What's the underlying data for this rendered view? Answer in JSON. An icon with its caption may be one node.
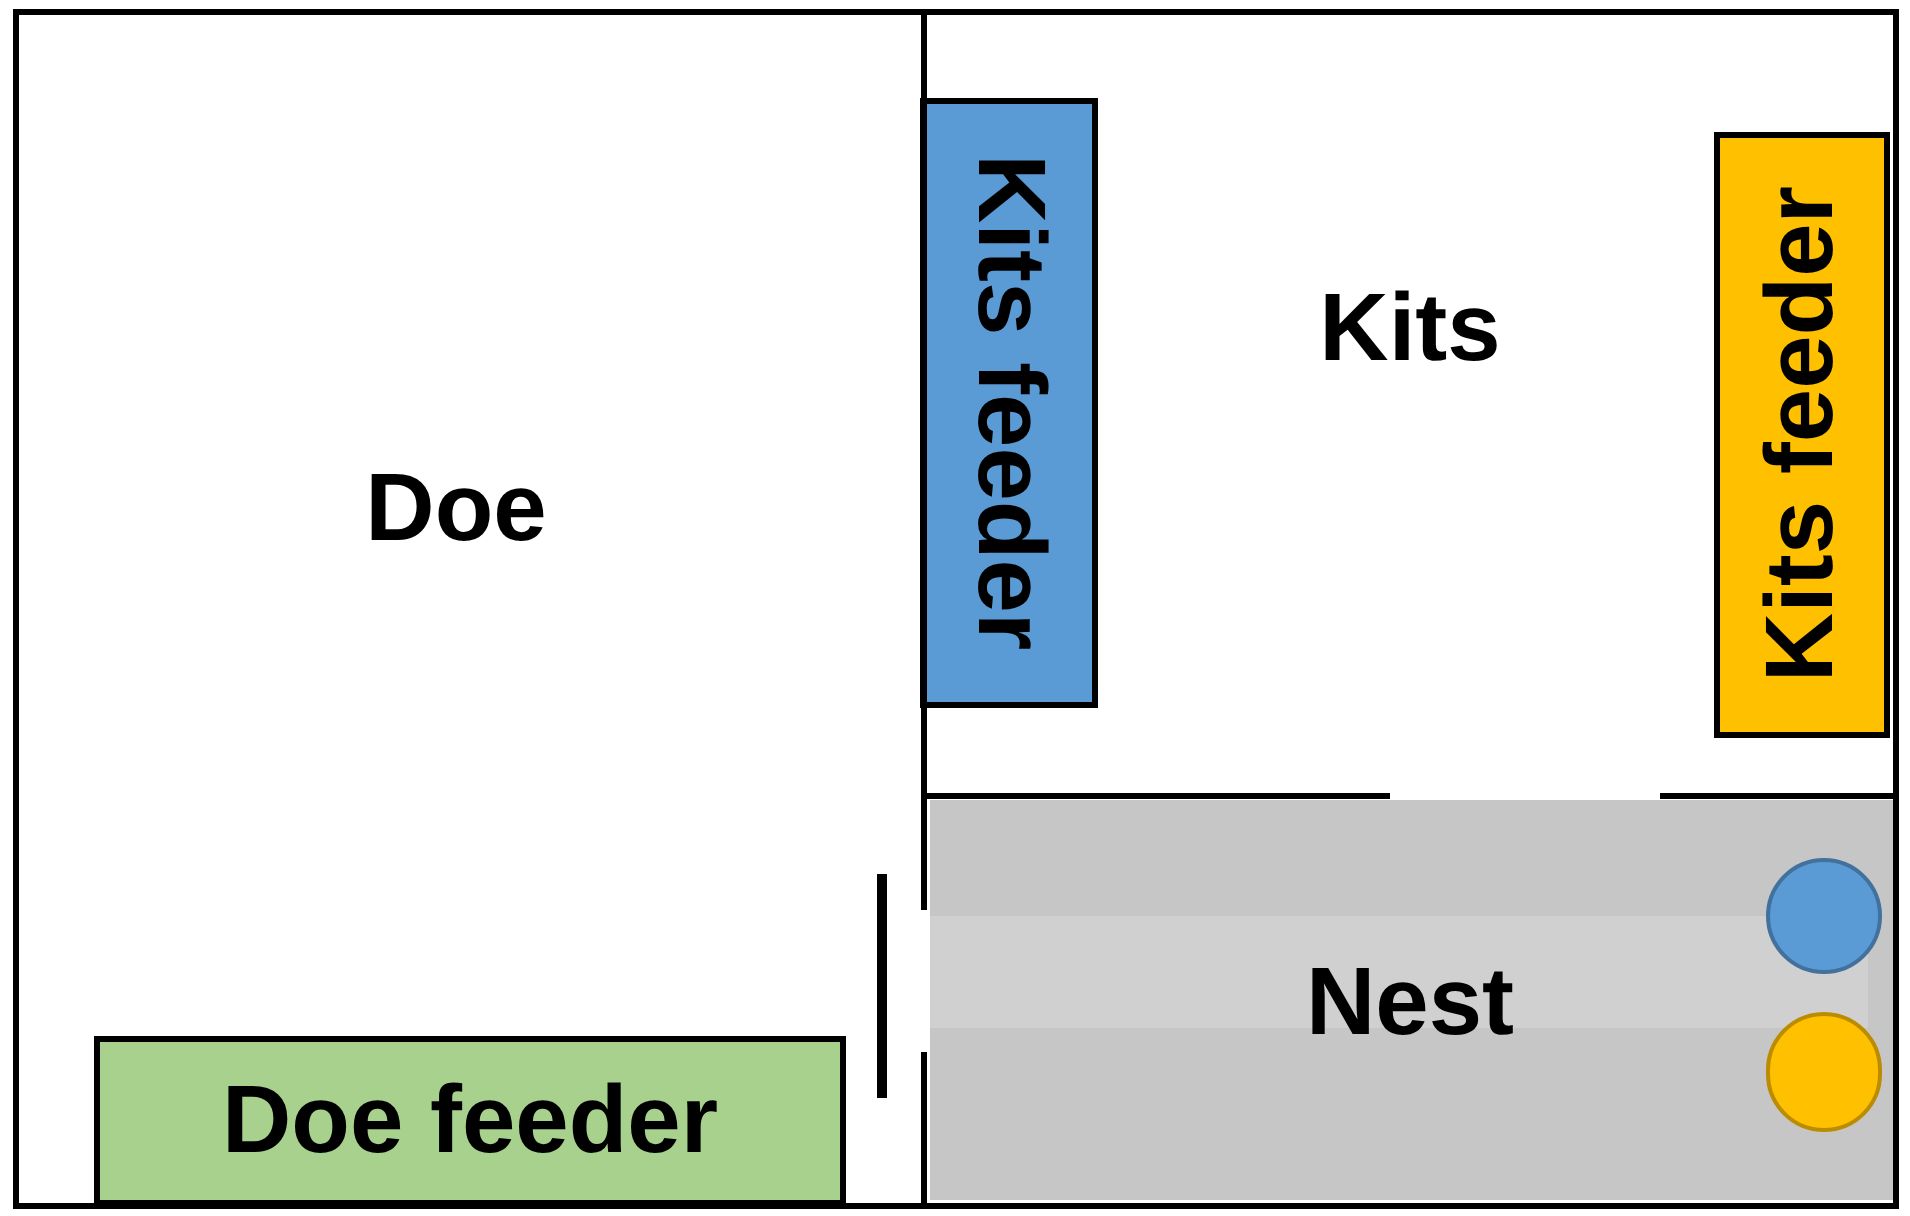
{
  "diagram": {
    "nodes": [
      {
        "text": [
          "Doe"
        ]
      },
      {
        "text": [
          "Kits"
        ]
      },
      {
        "text": [
          "Nest"
        ]
      },
      {
        "text": [
          "Kits feeder"
        ],
        "in": 1
      },
      {
        "text": [
          "Kits feeder"
        ],
        "in": 1
      },
      {
        "text": [
          "Doe feeder"
        ],
        "in": 0
      },
      {
        "text": [],
        "shape": "circle",
        "in": 2
      },
      {
        "text": [],
        "shape": "circle",
        "in": 2
      }
    ]
  }
}
